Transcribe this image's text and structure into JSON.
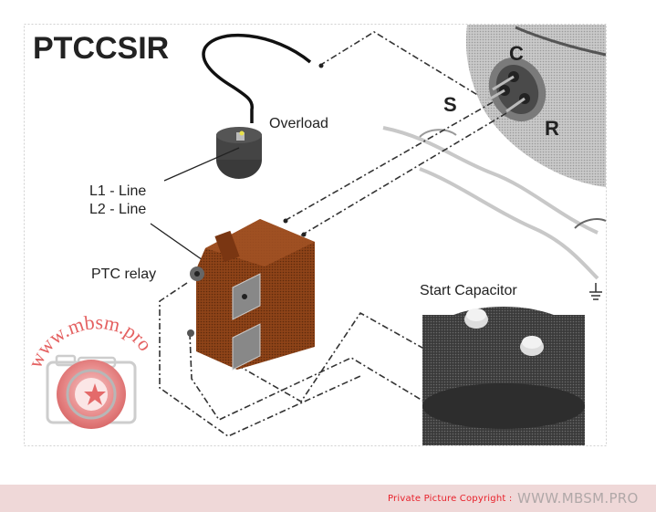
{
  "diagram": {
    "title": "PTCCSIR",
    "labels": {
      "overload": "Overload",
      "l1": "L1 - Line",
      "l2": "L2 - Line",
      "ptc_relay": "PTC relay",
      "start_capacitor": "Start Capacitor"
    },
    "terminals": {
      "common": "C",
      "start": "S",
      "run": "R"
    },
    "icons": [
      "ground-symbol-icon",
      "camera-watermark-icon"
    ],
    "colors": {
      "relay_body": "#8a3d14",
      "title_text": "#111111",
      "watermark": "#e05a5a"
    }
  },
  "watermark": {
    "text": "www.mbsm.pro"
  },
  "footer": {
    "copyright_label": "Private Picture Copyright :",
    "site": "WWW.MBSM.PRO"
  }
}
